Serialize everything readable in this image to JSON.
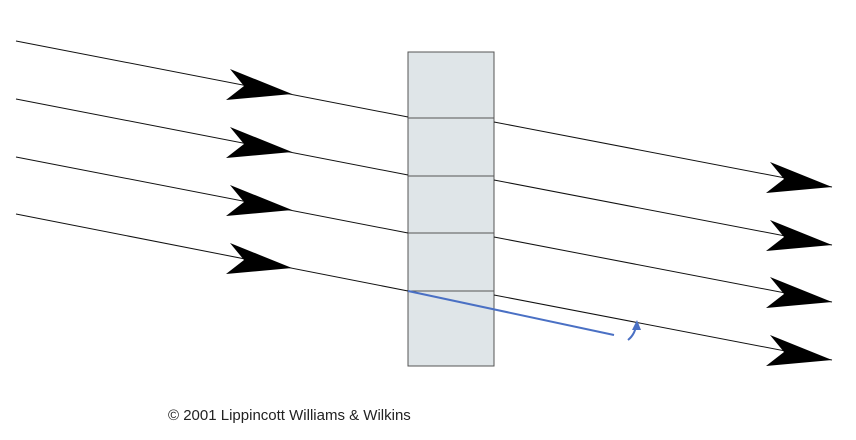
{
  "copyright": "© 2001 Lippincott Williams & Wilkins",
  "colors": {
    "slab_fill": "#dfe5e8",
    "slab_stroke": "#555555",
    "ray_stroke": "#111111",
    "arrowhead_fill": "#000000",
    "annotation_line": "#4a70c4"
  },
  "diagram": {
    "incident_ray_count": 4,
    "transmitted_ray_count": 4,
    "slab_segment_count": 5
  }
}
